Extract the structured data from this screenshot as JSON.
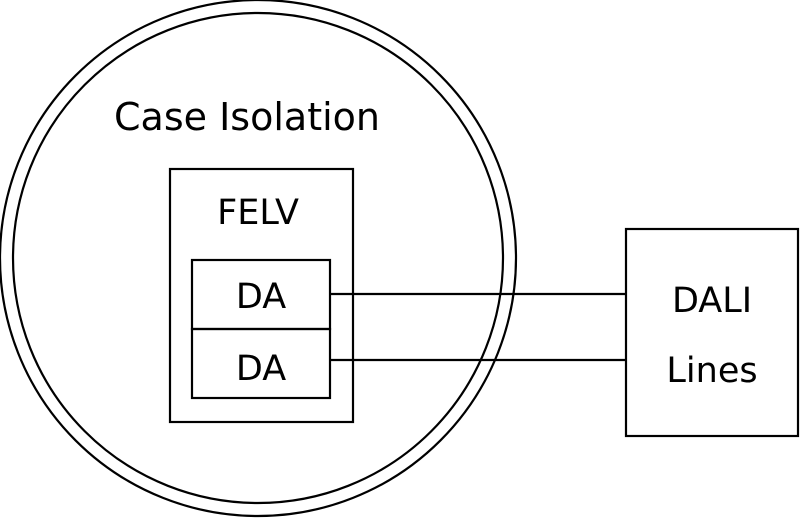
{
  "diagram": {
    "case_label": "Case Isolation",
    "felv_label": "FELV",
    "da_top_label": "DA",
    "da_bottom_label": "DA",
    "dali_label_line1": "DALI",
    "dali_label_line2": "Lines"
  }
}
